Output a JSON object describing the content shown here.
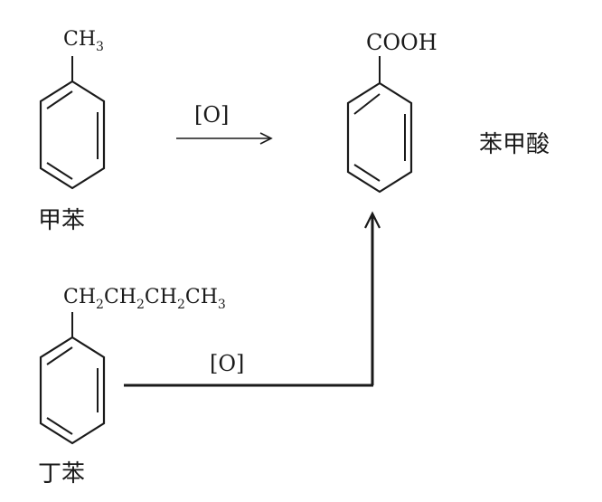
{
  "toluene": {
    "substituent": "CH",
    "subscript": "3",
    "name": "甲苯"
  },
  "butylbenzene": {
    "substituent_parts": [
      "CH",
      "2",
      "CH",
      "2",
      "CH",
      "2",
      "CH",
      "3"
    ],
    "name": "丁苯"
  },
  "benzoic_acid": {
    "substituent": "COOH",
    "name": "苯甲酸"
  },
  "arrows": {
    "top_reagent": "[O]",
    "bottom_reagent": "[O]"
  },
  "colors": {
    "ink": "#1a1a1a",
    "background": "#ffffff"
  }
}
